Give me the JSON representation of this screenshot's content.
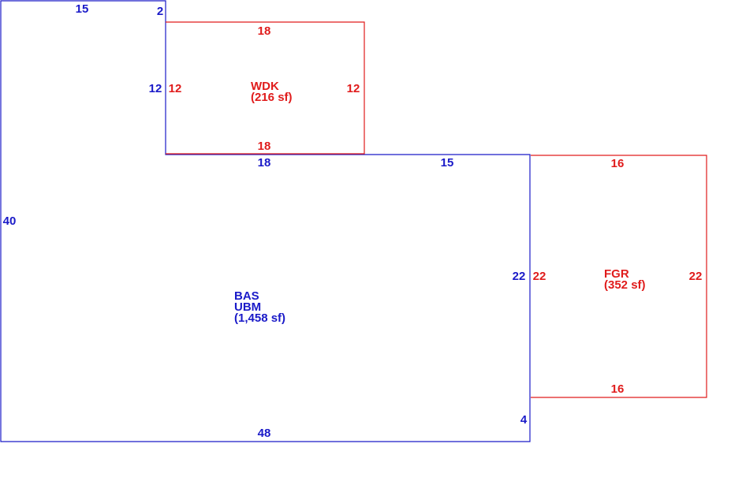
{
  "colors": {
    "main_building": "#1a1ac8",
    "additions": "#e01c1c",
    "background": "#ffffff"
  },
  "main_area": {
    "code_1": "BAS",
    "code_2": "UBM",
    "area": "(1,458 sf)",
    "dims": {
      "top_left": "15",
      "step": "2",
      "inner_left": "12",
      "inner_bottom": "18",
      "middle": "15",
      "left": "40",
      "right_upper": "22",
      "right_lower": "4",
      "bottom": "48"
    }
  },
  "deck": {
    "code": "WDK",
    "area": "(216 sf)",
    "dims": {
      "top": "18",
      "left": "12",
      "right": "12",
      "bottom": "18"
    }
  },
  "garage": {
    "code": "FGR",
    "area": "(352 sf)",
    "dims": {
      "top": "16",
      "left": "22",
      "right": "22",
      "bottom": "16"
    }
  }
}
